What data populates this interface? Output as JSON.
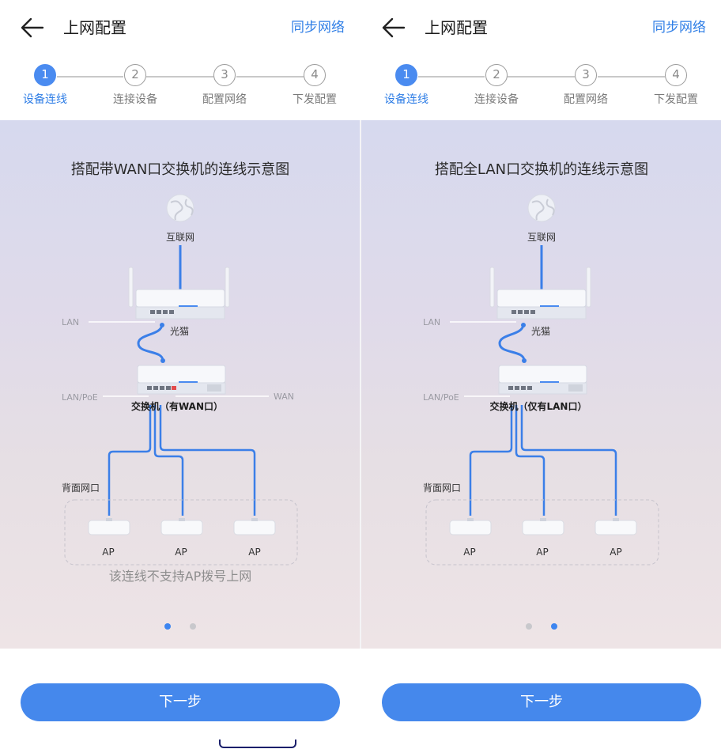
{
  "panels": [
    {
      "header": {
        "title": "上网配置",
        "sync_label": "同步网络"
      },
      "steps": [
        {
          "num": "1",
          "label": "设备连线",
          "active": true
        },
        {
          "num": "2",
          "label": "连接设备",
          "active": false
        },
        {
          "num": "3",
          "label": "配置网络",
          "active": false
        },
        {
          "num": "4",
          "label": "下发配置",
          "active": false
        }
      ],
      "card": {
        "title": "搭配带WAN口交换机的连线示意图",
        "labels": {
          "internet": "互联网",
          "lan": "LAN",
          "modem": "光猫",
          "lan_poe": "LAN/PoE",
          "wan": "WAN",
          "switch": "交换机（有WAN口）",
          "back_port": "背面网口",
          "ap1": "AP",
          "ap2": "AP",
          "ap3": "AP"
        },
        "note": "该连线不支持AP拨号上网",
        "page_indicator": {
          "count": 2,
          "current": 1
        }
      },
      "next_label": "下一步"
    },
    {
      "header": {
        "title": "上网配置",
        "sync_label": "同步网络"
      },
      "steps": [
        {
          "num": "1",
          "label": "设备连线",
          "active": true
        },
        {
          "num": "2",
          "label": "连接设备",
          "active": false
        },
        {
          "num": "3",
          "label": "配置网络",
          "active": false
        },
        {
          "num": "4",
          "label": "下发配置",
          "active": false
        }
      ],
      "card": {
        "title": "搭配全LAN口交换机的连线示意图",
        "labels": {
          "internet": "互联网",
          "lan": "LAN",
          "modem": "光猫",
          "lan_poe": "LAN/PoE",
          "switch": "交换机（仅有LAN口）",
          "back_port": "背面网口",
          "ap1": "AP",
          "ap2": "AP",
          "ap3": "AP"
        },
        "page_indicator": {
          "count": 2,
          "current": 2
        }
      },
      "next_label": "下一步"
    }
  ],
  "colors": {
    "accent": "#4588ec",
    "link": "#2f7ee6",
    "cable": "#3b7fe8"
  },
  "icons": [
    "back-arrow-icon",
    "globe-icon",
    "router-icon",
    "switch-icon",
    "ap-icon"
  ]
}
